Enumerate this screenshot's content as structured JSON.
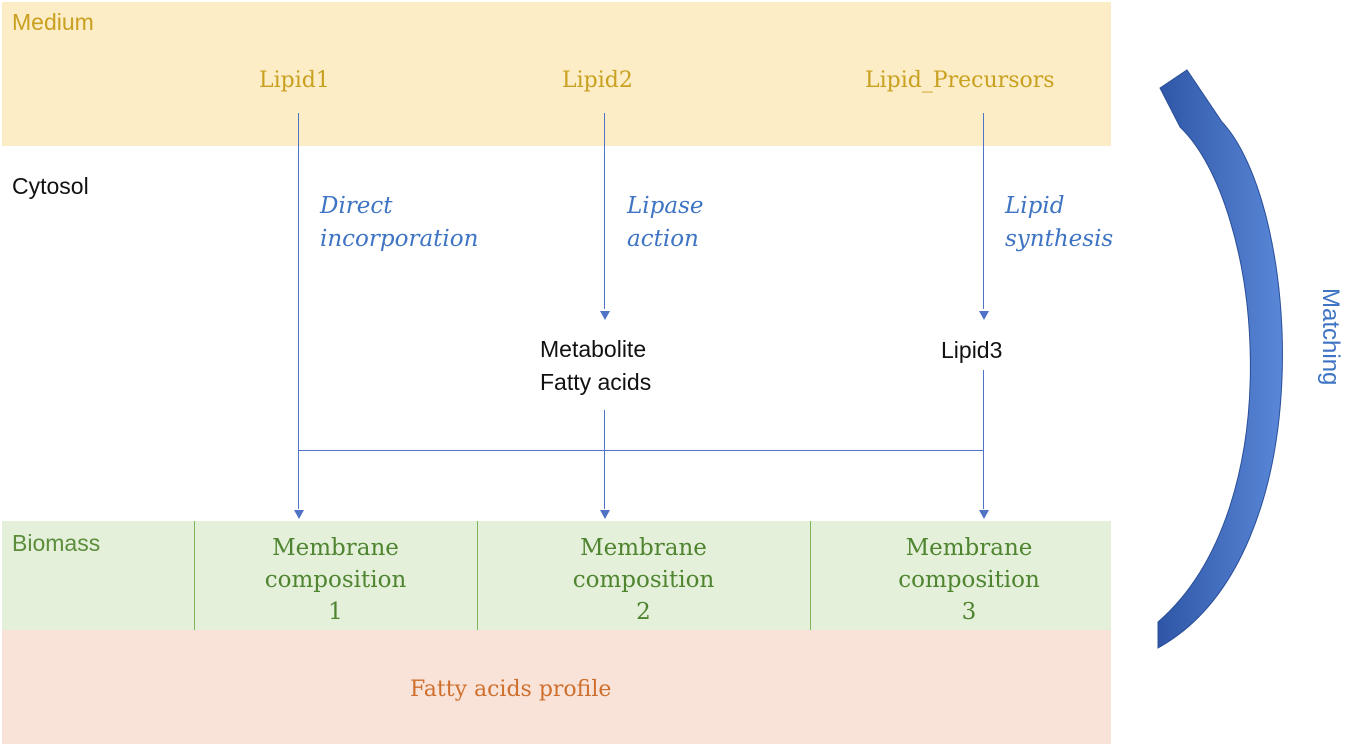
{
  "regions": {
    "medium": "Medium",
    "cytosol": "Cytosol",
    "biomass": "Biomass",
    "profile": "Fatty acids profile"
  },
  "inputs": {
    "lipid1": "Lipid1",
    "lipid2": "Lipid2",
    "precursors": "Lipid_Precursors"
  },
  "processes": {
    "direct": "Direct\nincorporation",
    "lipase": "Lipase\naction",
    "synthesis": "Lipid\nsynthesis"
  },
  "intermediates": {
    "metabolite": "Metabolite\nFatty acids",
    "lipid3": "Lipid3"
  },
  "membranes": [
    "Membrane\ncomposition\n1",
    "Membrane\ncomposition\n2",
    "Membrane\ncomposition\n3"
  ],
  "feedback": "Matching",
  "colors": {
    "medium_fill": "#fcedc6",
    "biomass_fill": "#e4f0da",
    "profile_fill": "#f9e3d8",
    "arrow_blue": "#4f73c5",
    "process_text": "#3e74c3",
    "input_text": "#c9a01f",
    "membrane_text": "#4f8530",
    "profile_text": "#cf6f2d"
  }
}
